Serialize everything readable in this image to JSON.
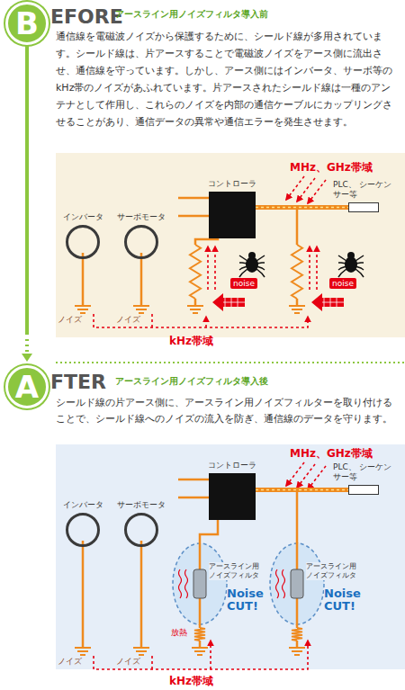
{
  "diagram": {
    "nodes": [
      {
        "text": [
          "B"
        ]
      },
      {
        "text": [
          "インバータ"
        ]
      },
      {
        "text": [
          "サーボモータ"
        ]
      },
      {
        "text": [
          "コントローラ"
        ]
      },
      {
        "text": [
          "PLC、 シーケンサー等"
        ]
      },
      {
        "text": [
          "A"
        ]
      },
      {
        "text": [
          "インバータ"
        ]
      },
      {
        "text": [
          "サーボモータ"
        ]
      },
      {
        "text": [
          "コントローラ"
        ]
      },
      {
        "text": [
          "PLC、 シーケンサー等"
        ]
      },
      {
        "text": [
          "アースライン用 ノイズフィルタ",
          "Noise CUT!"
        ]
      },
      {
        "text": [
          "アースライン用 ノイズフィルタ",
          "Noise CUT!"
        ]
      }
    ],
    "edges": [
      {
        "from": 3,
        "to": 4,
        "arrow": "none"
      },
      {
        "from": 8,
        "to": 9,
        "arrow": "none"
      },
      {
        "from": 8,
        "to": 10,
        "arrow": "none"
      }
    ],
    "labels": [
      "EFORE",
      "アースライン用ノイズフィルタ導入前",
      "通信線を電磁波ノイズから保護するために、シールド線が多用されています。シールド線は、片アースすることで電磁波ノイズをアース側に流出させ、通信線を守っています。しかし、アース側にはインバータ、サーボ等のkHz帯のノイズがあふれています。片アースされたシールド線は一種のアンテナとして作用し、これらのノイズを内部の通信ケーブルにカップリングさせることがあり、通信データの異常や通信エラーを発生させます。",
      "MHz、GHz帯域",
      "noise",
      "noise",
      "ノイズ",
      "ノイズ",
      "kHz帯域",
      "FTER",
      "アースライン用ノイズフィルタ導入後",
      "シールド線の片アース側に、アースライン用ノイズフィルターを取り付けることで、シールド線へのノイズの流入を防ぎ、通信線のデータを守ります。",
      "MHz、GHz帯域",
      "放熱",
      "ノイズ",
      "ノイズ",
      "kHz帯域"
    ]
  }
}
